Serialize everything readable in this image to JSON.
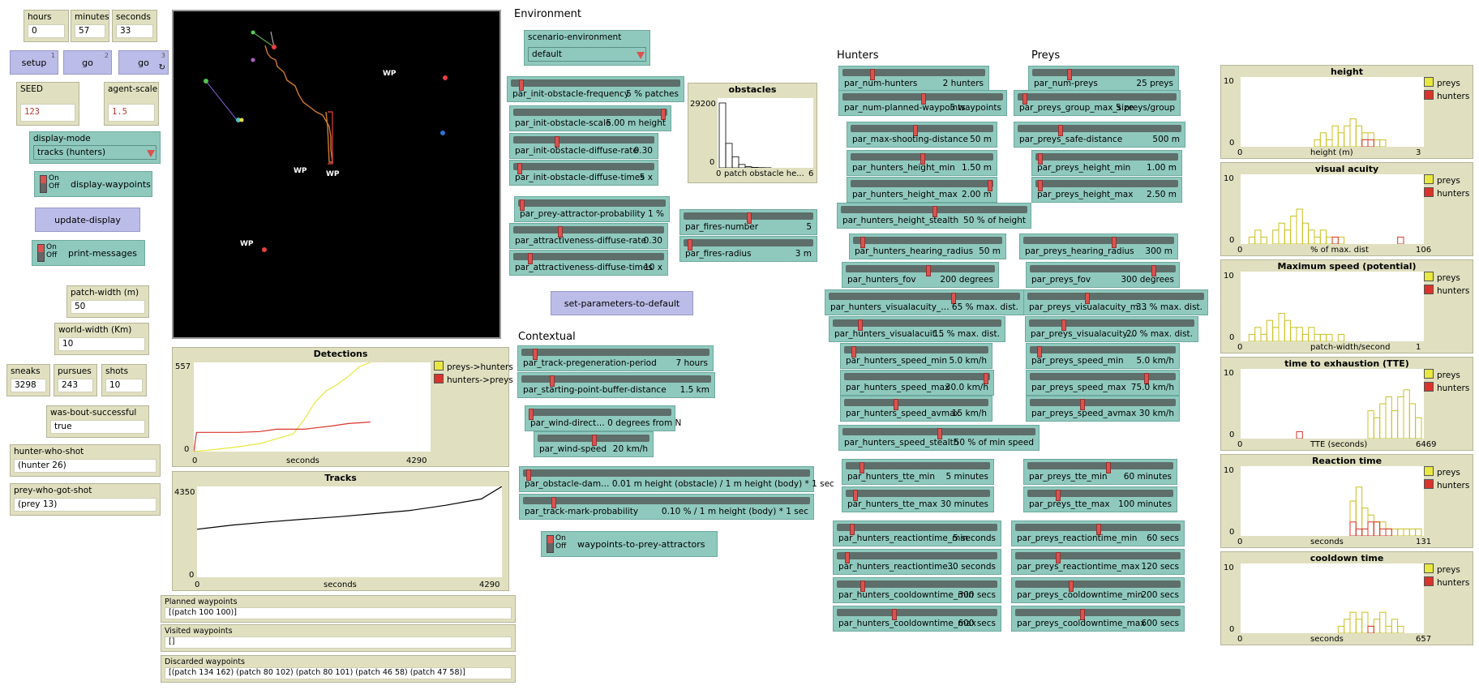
{
  "monitors": {
    "hours": {
      "label": "hours",
      "value": "0"
    },
    "minutes": {
      "label": "minutes",
      "value": "57"
    },
    "seconds": {
      "label": "seconds",
      "value": "33"
    },
    "patch_width": {
      "label": "patch-width (m)",
      "value": "50"
    },
    "world_width": {
      "label": "world-width (Km)",
      "value": "10"
    },
    "sneaks": {
      "label": "sneaks",
      "value": "3298"
    },
    "pursues": {
      "label": "pursues",
      "value": "243"
    },
    "shots": {
      "label": "shots",
      "value": "10"
    },
    "was_bout": {
      "label": "was-bout-successful",
      "value": "true"
    },
    "hunter_shot": {
      "label": "hunter-who-shot",
      "value": "(hunter 26)"
    },
    "prey_shot": {
      "label": "prey-who-got-shot",
      "value": "(prey 13)"
    },
    "planned": {
      "label": "Planned waypoints",
      "value": "[(patch 100 100)]"
    },
    "visited": {
      "label": "Visited waypoints",
      "value": "[]"
    },
    "discarded": {
      "label": "Discarded waypoints",
      "value": "[(patch 134 162) (patch 80 102) (patch 80 101) (patch 46 58) (patch 47 58)]"
    }
  },
  "buttons": {
    "setup": {
      "label": "setup",
      "key": "1"
    },
    "go": {
      "label": "go",
      "key": "2"
    },
    "go_forever": {
      "label": "go",
      "key": "3",
      "icon": "forever-icon"
    },
    "update_display": {
      "label": "update-display"
    },
    "set_defaults": {
      "label": "set-parameters-to-default"
    }
  },
  "inputs": {
    "seed": {
      "label": "SEED",
      "value": "123"
    },
    "agent_scale": {
      "label": "agent-scale",
      "value": "1.5"
    }
  },
  "choosers": {
    "display_mode": {
      "label": "display-mode",
      "value": "tracks (hunters)"
    },
    "scenario": {
      "label": "scenario-environment",
      "value": "default"
    }
  },
  "switches": {
    "on_label": "On",
    "off_label": "Off",
    "display_waypoints": "display-waypoints",
    "print_messages": "print-messages",
    "waypoints_attractors": "waypoints-to-prey-attractors"
  },
  "headings": {
    "environment": "Environment",
    "contextual": "Contextual",
    "hunters": "Hunters",
    "preys": "Preys"
  },
  "world": {
    "wp_labels": [
      "WP",
      "WP",
      "WP",
      "WP"
    ]
  },
  "sliders": [
    {
      "name": "par_init-obstacle-frequency",
      "value": "5 % patches",
      "fraction": 0.05
    },
    {
      "name": "par_init-obstacle-scale",
      "value": "5.00 m height",
      "fraction": 0.98
    },
    {
      "name": "par_init-obstacle-diffuse-rate",
      "value": "0.30",
      "fraction": 0.3
    },
    {
      "name": "par_init-obstacle-diffuse-times",
      "value": "5 x",
      "fraction": 0.03
    },
    {
      "name": "par_prey-attractor-probability",
      "value": "1 %",
      "fraction": 0.01
    },
    {
      "name": "par_attractiveness-diffuse-rate",
      "value": "0.30",
      "fraction": 0.3
    },
    {
      "name": "par_attractiveness-diffuse-times",
      "value": "10 x",
      "fraction": 0.1
    },
    {
      "name": "par_fires-number",
      "value": "5",
      "fraction": 0.5
    },
    {
      "name": "par_fires-radius",
      "value": "3 m",
      "fraction": 0.03
    },
    {
      "name": "par_track-pregeneration-period",
      "value": "7 hours",
      "fraction": 0.06
    },
    {
      "name": "par_starting-point-buffer-distance",
      "value": "1.5 km",
      "fraction": 0.15
    },
    {
      "name": "par_wind-direct… 0 degrees from N",
      "value": "",
      "fraction": 0.0
    },
    {
      "name": "par_wind-speed",
      "value": "20 km/h",
      "fraction": 0.5
    },
    {
      "name": "par_obstacle-dam… 0.01 m height (obstacle) / 1 m height (body) * 1 sec",
      "value": "",
      "fraction": 0.01
    },
    {
      "name": "par_track-mark-probability",
      "value": "0.10 % / 1 m height (body) * 1 sec",
      "fraction": 0.1
    },
    {
      "name": "par_num-hunters",
      "value": "2 hunters",
      "fraction": 0.2
    },
    {
      "name": "par_num-planned-waypoints",
      "value": "5 waypoints",
      "fraction": 0.5
    },
    {
      "name": "par_max-shooting-distance",
      "value": "50 m",
      "fraction": 0.45
    },
    {
      "name": "par_hunters_height_min",
      "value": "1.50 m",
      "fraction": 0.5
    },
    {
      "name": "par_hunters_height_max",
      "value": "2.00 m",
      "fraction": 0.98
    },
    {
      "name": "par_hunters_height_stealth",
      "value": "50 % of height",
      "fraction": 0.5
    },
    {
      "name": "par_hunters_hearing_radius",
      "value": "50 m",
      "fraction": 0.05
    },
    {
      "name": "par_hunters_fov",
      "value": "200 degrees",
      "fraction": 0.55
    },
    {
      "name": "par_hunters_visualacuity_…",
      "value": "65 % max. dist.",
      "fraction": 0.65
    },
    {
      "name": "par_hunters_visualacuit…",
      "value": "15 % max. dist.",
      "fraction": 0.15
    },
    {
      "name": "par_hunters_speed_min",
      "value": "5.0 km/h",
      "fraction": 0.05
    },
    {
      "name": "par_hunters_speed_max",
      "value": "30.0 km/h",
      "fraction": 0.98
    },
    {
      "name": "par_hunters_speed_avmax",
      "value": "15 km/h",
      "fraction": 0.35
    },
    {
      "name": "par_hunters_speed_stealth",
      "value": "50 % of min speed",
      "fraction": 0.5
    },
    {
      "name": "par_hunters_tte_min",
      "value": "5 minutes",
      "fraction": 0.1
    },
    {
      "name": "par_hunters_tte_max",
      "value": "30 minutes",
      "fraction": 0.05
    },
    {
      "name": "par_hunters_reactiontime_min",
      "value": "5 seconds",
      "fraction": 0.08
    },
    {
      "name": "par_hunters_reactiontime…",
      "value": "30 seconds",
      "fraction": 0.05
    },
    {
      "name": "par_hunters_cooldowntime_min",
      "value": "300 secs",
      "fraction": 0.15
    },
    {
      "name": "par_hunters_cooldowntime_max",
      "value": "600 secs",
      "fraction": 0.35
    },
    {
      "name": "par_num-preys",
      "value": "25 preys",
      "fraction": 0.25
    },
    {
      "name": "par_preys_group_max_size",
      "value": "5 preys/group",
      "fraction": 0.03
    },
    {
      "name": "par_preys_safe-distance",
      "value": "500 m",
      "fraction": 0.25
    },
    {
      "name": "par_preys_height_min",
      "value": "1.00 m",
      "fraction": 0.02
    },
    {
      "name": "par_preys_height_max",
      "value": "2.50 m",
      "fraction": 0.02
    },
    {
      "name": "par_preys_hearing_radius",
      "value": "300 m",
      "fraction": 0.6
    },
    {
      "name": "par_preys_fov",
      "value": "300 degrees",
      "fraction": 0.85
    },
    {
      "name": "par_preys_visualacuity_m…",
      "value": "33 % max. dist.",
      "fraction": 0.33
    },
    {
      "name": "par_preys_visualacuity…",
      "value": "20 % max. dist.",
      "fraction": 0.2
    },
    {
      "name": "par_preys_speed_min",
      "value": "5.0 km/h",
      "fraction": 0.05
    },
    {
      "name": "par_preys_speed_max",
      "value": "75.0 km/h",
      "fraction": 0.8
    },
    {
      "name": "par_preys_speed_avmax",
      "value": "30 km/h",
      "fraction": 0.35
    },
    {
      "name": "par_preys_tte_min",
      "value": "60 minutes",
      "fraction": 0.55
    },
    {
      "name": "par_preys_tte_max",
      "value": "100 minutes",
      "fraction": 0.2
    },
    {
      "name": "par_preys_reactiontime_min",
      "value": "60 secs",
      "fraction": 0.5
    },
    {
      "name": "par_preys_reactiontime_max",
      "value": "120 secs",
      "fraction": 0.25
    },
    {
      "name": "par_preys_cooldowntime_min",
      "value": "200 secs",
      "fraction": 0.33
    },
    {
      "name": "par_preys_cooldowntime_max",
      "value": "600 secs",
      "fraction": 0.4
    }
  ],
  "plots": {
    "obstacles": {
      "title": "obstacles",
      "ymax": "29200",
      "ymin": "0",
      "xmin": "0",
      "xlabel": "patch obstacle he...",
      "xmax": "6"
    },
    "detections": {
      "title": "Detections",
      "ymax": "557",
      "ymin": "0",
      "xmin": "0",
      "xlabel": "seconds",
      "xmax": "4290",
      "legend": [
        "preys->hunters",
        "hunters->preys"
      ]
    },
    "tracks": {
      "title": "Tracks",
      "ymax": "4350",
      "ymin": "0",
      "xmin": "0",
      "xlabel": "seconds",
      "xmax": "4290"
    },
    "height": {
      "title": "height",
      "ymax": "10",
      "ymin": "0",
      "xmin": "0",
      "xlabel": "height (m)",
      "xmax": "3",
      "legend": [
        "preys",
        "hunters"
      ]
    },
    "visual": {
      "title": "visual acuity",
      "ymax": "10",
      "ymin": "0",
      "xmin": "0",
      "xlabel": "% of max. dist",
      "xmax": "106",
      "legend": [
        "preys",
        "hunters"
      ]
    },
    "speed": {
      "title": "Maximum speed (potential)",
      "ymax": "10",
      "ymin": "0",
      "xmin": "0",
      "xlabel": "patch-width/second",
      "xmax": "1",
      "legend": [
        "preys",
        "hunters"
      ]
    },
    "tte": {
      "title": "time to exhaustion (TTE)",
      "ymax": "10",
      "ymin": "0",
      "xmin": "0",
      "xlabel": "TTE (seconds)",
      "xmax": "6469",
      "legend": [
        "preys",
        "hunters"
      ]
    },
    "reaction": {
      "title": "Reaction time",
      "ymax": "10",
      "ymin": "0",
      "xmin": "0",
      "xlabel": "seconds",
      "xmax": "131",
      "legend": [
        "preys",
        "hunters"
      ]
    },
    "cooldown": {
      "title": "cooldown time",
      "ymax": "10",
      "ymin": "0",
      "xmin": "0",
      "xlabel": "seconds",
      "xmax": "657",
      "legend": [
        "preys",
        "hunters"
      ]
    }
  },
  "colors": {
    "preys": "#e8e840",
    "hunters": "#d9342b",
    "slider": "#8fc9be",
    "button": "#bcbce8",
    "monitor": "#e0e0c0"
  },
  "chart_data": [
    {
      "type": "line",
      "x_range": [
        0,
        4290
      ],
      "y_range": [
        0,
        557
      ],
      "series": [
        {
          "name": "preys->hunters",
          "x": [
            0,
            300,
            800,
            1200,
            1500,
            1800,
            2000,
            2200,
            2400,
            2600,
            2800,
            3000,
            3200
          ],
          "y": [
            0,
            10,
            30,
            50,
            80,
            110,
            200,
            310,
            380,
            420,
            470,
            530,
            557
          ]
        },
        {
          "name": "hunters->preys",
          "x": [
            0,
            50,
            800,
            1200,
            1500,
            2000,
            2500,
            2800,
            3000,
            3200
          ],
          "y": [
            0,
            120,
            120,
            125,
            140,
            140,
            160,
            175,
            180,
            185
          ]
        }
      ]
    },
    {
      "type": "line",
      "x_range": [
        0,
        4290
      ],
      "y_range": [
        0,
        4350
      ],
      "series": [
        {
          "x": [
            0,
            500,
            1000,
            1500,
            2000,
            2500,
            3000,
            3500,
            4000,
            4290
          ],
          "y": [
            2300,
            2500,
            2650,
            2780,
            2900,
            3050,
            3200,
            3450,
            3750,
            4350
          ]
        }
      ]
    },
    {
      "type": "bar",
      "x_range": [
        0,
        6
      ],
      "y_range": [
        0,
        29200
      ],
      "values": [
        29200,
        11000,
        5000,
        1500,
        500,
        200,
        100,
        50
      ]
    },
    {
      "type": "bar",
      "x_range": [
        0,
        3
      ],
      "y_range": [
        0,
        10
      ],
      "series": [
        {
          "name": "preys",
          "values": [
            0,
            0,
            0,
            0,
            0,
            0,
            0,
            0,
            0,
            0,
            0,
            0,
            1,
            2,
            1,
            3,
            2,
            3,
            4,
            3,
            2,
            2,
            1,
            1,
            0,
            0,
            0,
            0,
            0,
            0
          ]
        },
        {
          "name": "hunters",
          "values": [
            0,
            0,
            0,
            0,
            0,
            0,
            0,
            0,
            0,
            0,
            0,
            0,
            0,
            0,
            0,
            0,
            0,
            0,
            0,
            0,
            1,
            1,
            0,
            0,
            0,
            0,
            0,
            0,
            0,
            0
          ]
        }
      ]
    },
    {
      "type": "bar",
      "x_range": [
        0,
        106
      ],
      "y_range": [
        0,
        10
      ],
      "series": [
        {
          "name": "preys",
          "values": [
            0,
            1,
            2,
            1,
            0,
            2,
            3,
            2,
            4,
            5,
            3,
            2,
            1,
            2,
            1,
            0,
            1,
            0,
            0,
            0,
            0,
            0,
            0,
            0,
            0,
            0,
            0,
            0,
            0,
            0
          ]
        },
        {
          "name": "hunters",
          "values": [
            0,
            0,
            0,
            0,
            0,
            0,
            0,
            0,
            0,
            0,
            0,
            0,
            0,
            0,
            0,
            1,
            0,
            0,
            0,
            0,
            0,
            0,
            0,
            0,
            0,
            0,
            1,
            0,
            0,
            0
          ]
        }
      ]
    },
    {
      "type": "bar",
      "x_range": [
        0,
        1
      ],
      "y_range": [
        0,
        10
      ],
      "series": [
        {
          "name": "preys",
          "values": [
            0,
            1,
            2,
            1,
            3,
            2,
            4,
            3,
            2,
            2,
            1,
            2,
            1,
            1,
            1,
            0,
            1,
            0,
            0,
            0,
            0,
            0,
            0,
            0,
            0,
            0,
            0,
            0,
            0,
            0
          ]
        },
        {
          "name": "hunters",
          "values": [
            0,
            0,
            0,
            0,
            0,
            0,
            0,
            0,
            0,
            0,
            0,
            0,
            0,
            0,
            0,
            0,
            0,
            0,
            0,
            0,
            0,
            0,
            0,
            0,
            0,
            0,
            0,
            0,
            0,
            0
          ]
        }
      ]
    },
    {
      "type": "bar",
      "x_range": [
        0,
        6469
      ],
      "y_range": [
        0,
        10
      ],
      "series": [
        {
          "name": "preys",
          "values": [
            0,
            0,
            0,
            0,
            0,
            0,
            0,
            0,
            0,
            0,
            0,
            0,
            0,
            0,
            0,
            0,
            0,
            0,
            0,
            0,
            0,
            4,
            3,
            5,
            6,
            4,
            6,
            7,
            5,
            3
          ]
        },
        {
          "name": "hunters",
          "values": [
            0,
            0,
            0,
            0,
            0,
            0,
            0,
            0,
            0,
            1,
            0,
            0,
            0,
            0,
            0,
            0,
            0,
            0,
            0,
            0,
            0,
            0,
            0,
            0,
            0,
            0,
            0,
            0,
            0,
            0
          ]
        }
      ]
    },
    {
      "type": "bar",
      "x_range": [
        0,
        131
      ],
      "y_range": [
        0,
        10
      ],
      "series": [
        {
          "name": "preys",
          "values": [
            0,
            0,
            0,
            0,
            0,
            0,
            0,
            0,
            0,
            0,
            0,
            0,
            0,
            0,
            0,
            0,
            0,
            0,
            5,
            7,
            4,
            3,
            2,
            2,
            1,
            1,
            1,
            1,
            1,
            1
          ]
        },
        {
          "name": "hunters",
          "values": [
            0,
            0,
            0,
            0,
            0,
            0,
            0,
            0,
            0,
            0,
            0,
            0,
            0,
            0,
            0,
            0,
            0,
            0,
            2,
            1,
            1,
            2,
            2,
            1,
            1,
            0,
            0,
            0,
            0,
            0
          ]
        }
      ]
    },
    {
      "type": "bar",
      "x_range": [
        0,
        657
      ],
      "y_range": [
        0,
        10
      ],
      "series": [
        {
          "name": "preys",
          "values": [
            0,
            0,
            0,
            0,
            0,
            0,
            0,
            0,
            0,
            0,
            0,
            0,
            0,
            0,
            0,
            0,
            1,
            2,
            3,
            2,
            3,
            1,
            2,
            3,
            1,
            2,
            1,
            0,
            0,
            0
          ]
        },
        {
          "name": "hunters",
          "values": [
            0,
            0,
            0,
            0,
            0,
            0,
            0,
            0,
            0,
            0,
            0,
            0,
            0,
            0,
            0,
            0,
            0,
            0,
            0,
            0,
            0,
            1,
            0,
            0,
            0,
            0,
            0,
            0,
            0,
            0
          ]
        }
      ]
    }
  ]
}
